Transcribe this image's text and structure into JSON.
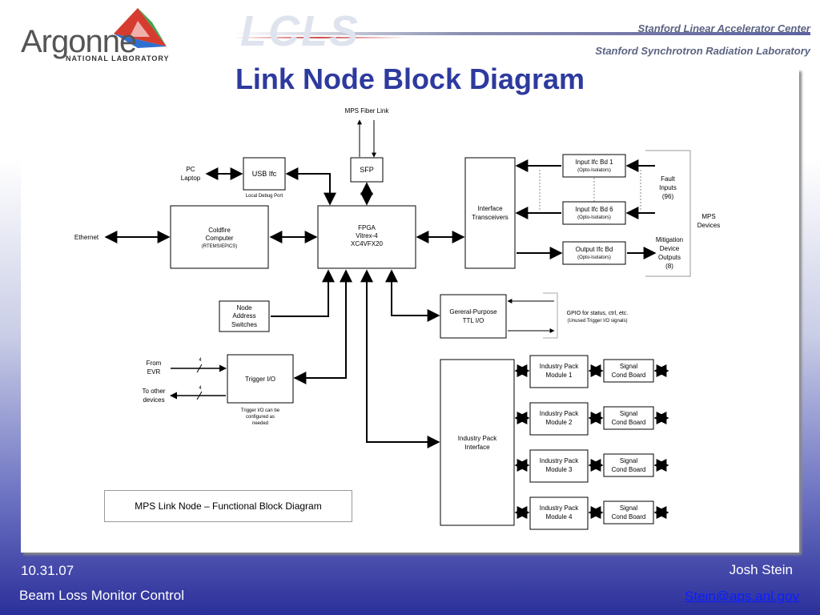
{
  "header": {
    "argonne_name": "Argonne",
    "argonne_sub": "NATIONAL LABORATORY",
    "lcls": "LCLS",
    "slac_line1": "Stanford Linear Accelerator Center",
    "slac_line2": "Stanford Synchrotron Radiation Laboratory"
  },
  "title": "Link Node Block Diagram",
  "diagram": {
    "mps_fiber_link": "MPS Fiber Link",
    "sfp": "SFP",
    "pc_laptop": [
      "PC",
      "Laptop"
    ],
    "usb_ifc": "USB Ifc",
    "local_debug_port": "Local Debug Port",
    "ethernet": "Ethernet",
    "coldfire": [
      "Coldfire",
      "Computer",
      "(RTEMS/EPICS)"
    ],
    "fpga": [
      "FPGA",
      "Vitrex-4",
      "XC4VFX20"
    ],
    "interface_transceivers": [
      "Interface",
      "Transceivers"
    ],
    "input_ifc_1": [
      "Input Ifc Bd 1",
      "(Opto-Isolators)"
    ],
    "input_ifc_6": [
      "Input Ifc Bd 6",
      "(Opto-Isolators)"
    ],
    "output_ifc": [
      "Output Ifc Bd",
      "(Opto-Isolators)"
    ],
    "fault_inputs": [
      "Fault",
      "Inputs",
      "(96)"
    ],
    "mps_devices": [
      "MPS",
      "Devices"
    ],
    "mitigation": [
      "Mitigation",
      "Device",
      "Outputs",
      "(8)"
    ],
    "node_address": [
      "Node",
      "Address",
      "Switches"
    ],
    "gpio_box": [
      "Gereral-Purpose",
      "TTL I/O"
    ],
    "gpio_note": [
      "GPIO for status, ctrl, etc.",
      "(Unused Trigger I/O signals)"
    ],
    "from_evr": [
      "From",
      "EVR"
    ],
    "to_other": [
      "To other",
      "devices"
    ],
    "bus_width": "4",
    "trigger_io": "Trigger I/O",
    "trigger_note": [
      "Trigger I/O can be",
      "configured as",
      "needed"
    ],
    "industry_pack_interface": [
      "Industry Pack",
      "Interface"
    ],
    "ip_modules": [
      [
        "Industry Pack",
        "Module 1"
      ],
      [
        "Industry Pack",
        "Module 2"
      ],
      [
        "Industry Pack",
        "Module 3"
      ],
      [
        "Industry Pack",
        "Module 4"
      ]
    ],
    "signal_cond": [
      "Signal",
      "Cond Board"
    ],
    "caption": "MPS Link Node – Functional Block Diagram"
  },
  "footer": {
    "date": "10.31.07",
    "project": "Beam Loss Monitor Control",
    "author": "Josh Stein",
    "email": "Stein@aps.anl.gov"
  }
}
